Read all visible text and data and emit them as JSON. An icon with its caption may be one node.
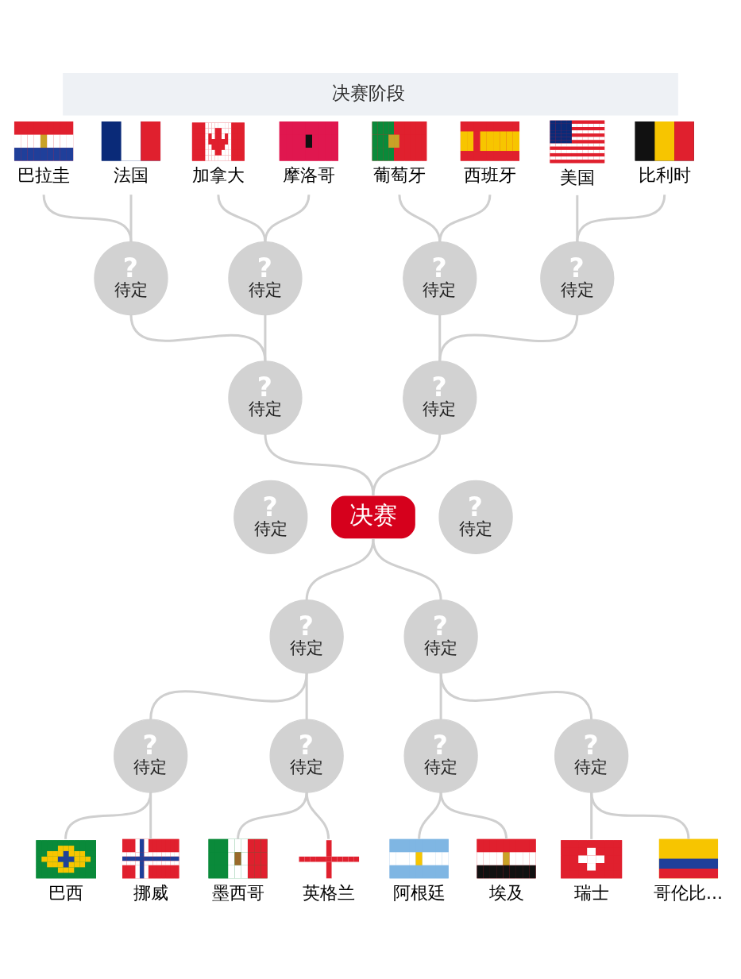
{
  "diagram": {
    "title": "决赛阶段",
    "nodes": [
      {
        "text": [
          "巴拉圭"
        ]
      },
      {
        "text": [
          "法国"
        ]
      },
      {
        "text": [
          "加拿大"
        ]
      },
      {
        "text": [
          "摩洛哥"
        ]
      },
      {
        "text": [
          "葡萄牙"
        ]
      },
      {
        "text": [
          "西班牙"
        ]
      },
      {
        "text": [
          "美国"
        ]
      },
      {
        "text": [
          "比利时"
        ]
      },
      {
        "text": [
          "?",
          "待定"
        ]
      },
      {
        "text": [
          "?",
          "待定"
        ]
      },
      {
        "text": [
          "?",
          "待定"
        ]
      },
      {
        "text": [
          "?",
          "待定"
        ]
      },
      {
        "text": [
          "?",
          "待定"
        ]
      },
      {
        "text": [
          "?",
          "待定"
        ]
      },
      {
        "text": [
          "?",
          "待定"
        ]
      },
      {
        "text": [
          "决赛"
        ]
      },
      {
        "text": [
          "?",
          "待定"
        ]
      },
      {
        "text": [
          "?",
          "待定"
        ]
      },
      {
        "text": [
          "?",
          "待定"
        ]
      },
      {
        "text": [
          "?",
          "待定"
        ]
      },
      {
        "text": [
          "?",
          "待定"
        ]
      },
      {
        "text": [
          "?",
          "待定"
        ]
      },
      {
        "text": [
          "?",
          "待定"
        ]
      },
      {
        "text": [
          "巴西"
        ]
      },
      {
        "text": [
          "挪威"
        ]
      },
      {
        "text": [
          "墨西哥"
        ]
      },
      {
        "text": [
          "英格兰"
        ]
      },
      {
        "text": [
          "阿根廷"
        ]
      },
      {
        "text": [
          "埃及"
        ]
      },
      {
        "text": [
          "瑞士"
        ]
      },
      {
        "text": [
          "哥伦比..."
        ]
      }
    ],
    "edges": [
      {
        "from": 0,
        "to": 8,
        "arrow": "none"
      },
      {
        "from": 1,
        "to": 8,
        "arrow": "none"
      },
      {
        "from": 2,
        "to": 9,
        "arrow": "none"
      },
      {
        "from": 3,
        "to": 9,
        "arrow": "none"
      },
      {
        "from": 4,
        "to": 10,
        "arrow": "none"
      },
      {
        "from": 5,
        "to": 10,
        "arrow": "none"
      },
      {
        "from": 6,
        "to": 11,
        "arrow": "none"
      },
      {
        "from": 7,
        "to": 11,
        "arrow": "none"
      },
      {
        "from": 8,
        "to": 12,
        "arrow": "none"
      },
      {
        "from": 9,
        "to": 12,
        "arrow": "none"
      },
      {
        "from": 10,
        "to": 13,
        "arrow": "none"
      },
      {
        "from": 11,
        "to": 13,
        "arrow": "none"
      },
      {
        "from": 12,
        "to": 15,
        "arrow": "none"
      },
      {
        "from": 13,
        "to": 15,
        "arrow": "none"
      },
      {
        "from": 15,
        "to": 17,
        "arrow": "none"
      },
      {
        "from": 15,
        "to": 18,
        "arrow": "none"
      },
      {
        "from": 17,
        "to": 19,
        "arrow": "none"
      },
      {
        "from": 17,
        "to": 20,
        "arrow": "none"
      },
      {
        "from": 18,
        "to": 21,
        "arrow": "none"
      },
      {
        "from": 18,
        "to": 22,
        "arrow": "none"
      },
      {
        "from": 19,
        "to": 23,
        "arrow": "none"
      },
      {
        "from": 19,
        "to": 24,
        "arrow": "none"
      },
      {
        "from": 20,
        "to": 25,
        "arrow": "none"
      },
      {
        "from": 20,
        "to": 26,
        "arrow": "none"
      },
      {
        "from": 21,
        "to": 27,
        "arrow": "none"
      },
      {
        "from": 21,
        "to": 28,
        "arrow": "none"
      },
      {
        "from": 22,
        "to": 29,
        "arrow": "none"
      },
      {
        "from": 22,
        "to": 30,
        "arrow": "none"
      }
    ]
  }
}
